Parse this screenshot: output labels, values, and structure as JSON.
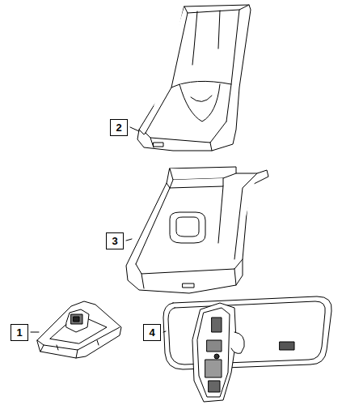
{
  "diagram": {
    "nodes": [
      {
        "text": [
          "2"
        ]
      },
      {
        "text": [
          "3"
        ]
      },
      {
        "text": [
          "1"
        ]
      },
      {
        "text": [
          "4"
        ]
      }
    ]
  }
}
